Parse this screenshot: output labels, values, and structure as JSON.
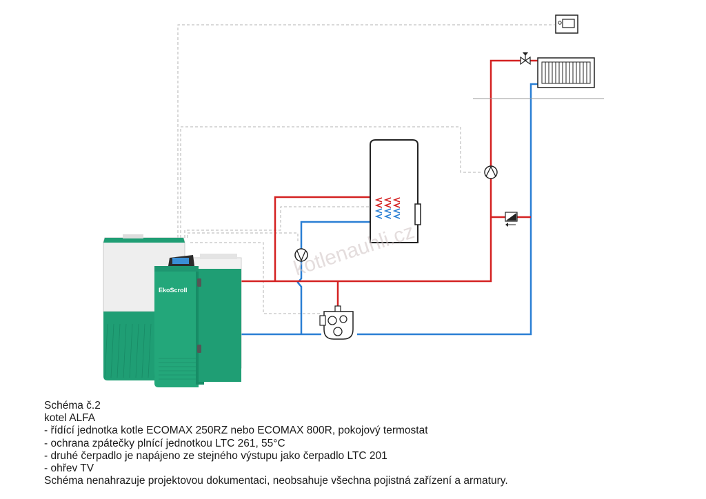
{
  "diagram": {
    "watermark": "kotlenauhli.cz",
    "boiler_brand": "EkoScroll",
    "components": {
      "boiler": "boiler-icon",
      "controller": "room-thermostat-icon",
      "radiator": "radiator-icon",
      "thermostatic_valve": "valve-icon",
      "heating_pump": "pump-icon",
      "dhw_pump": "pump-icon",
      "dhw_tank": "hot-water-tank-icon",
      "mixing_valve": "mixing-valve-icon",
      "return_protection_unit": "loading-unit-icon"
    },
    "colors": {
      "flow_pipe": "#d42121",
      "return_pipe": "#2a7fd4",
      "signal_line": "#a9a9a9",
      "boiler_green": "#1f9e74",
      "boiler_white": "#eeeeee"
    }
  },
  "caption": {
    "lines": [
      "Schéma č.2",
      "kotel ALFA",
      "- řídící jednotka kotle ECOMAX 250RZ nebo ECOMAX 800R, pokojový termostat",
      "- ochrana zpátečky plnící jednotkou LTC 261, 55°C",
      "- druhé čerpadlo je napájeno ze stejného výstupu jako čerpadlo LTC 201",
      "- ohřev TV",
      "Schéma nenahrazuje projektovou dokumentaci, neobsahuje všechna pojistná zařízení a armatury."
    ]
  }
}
